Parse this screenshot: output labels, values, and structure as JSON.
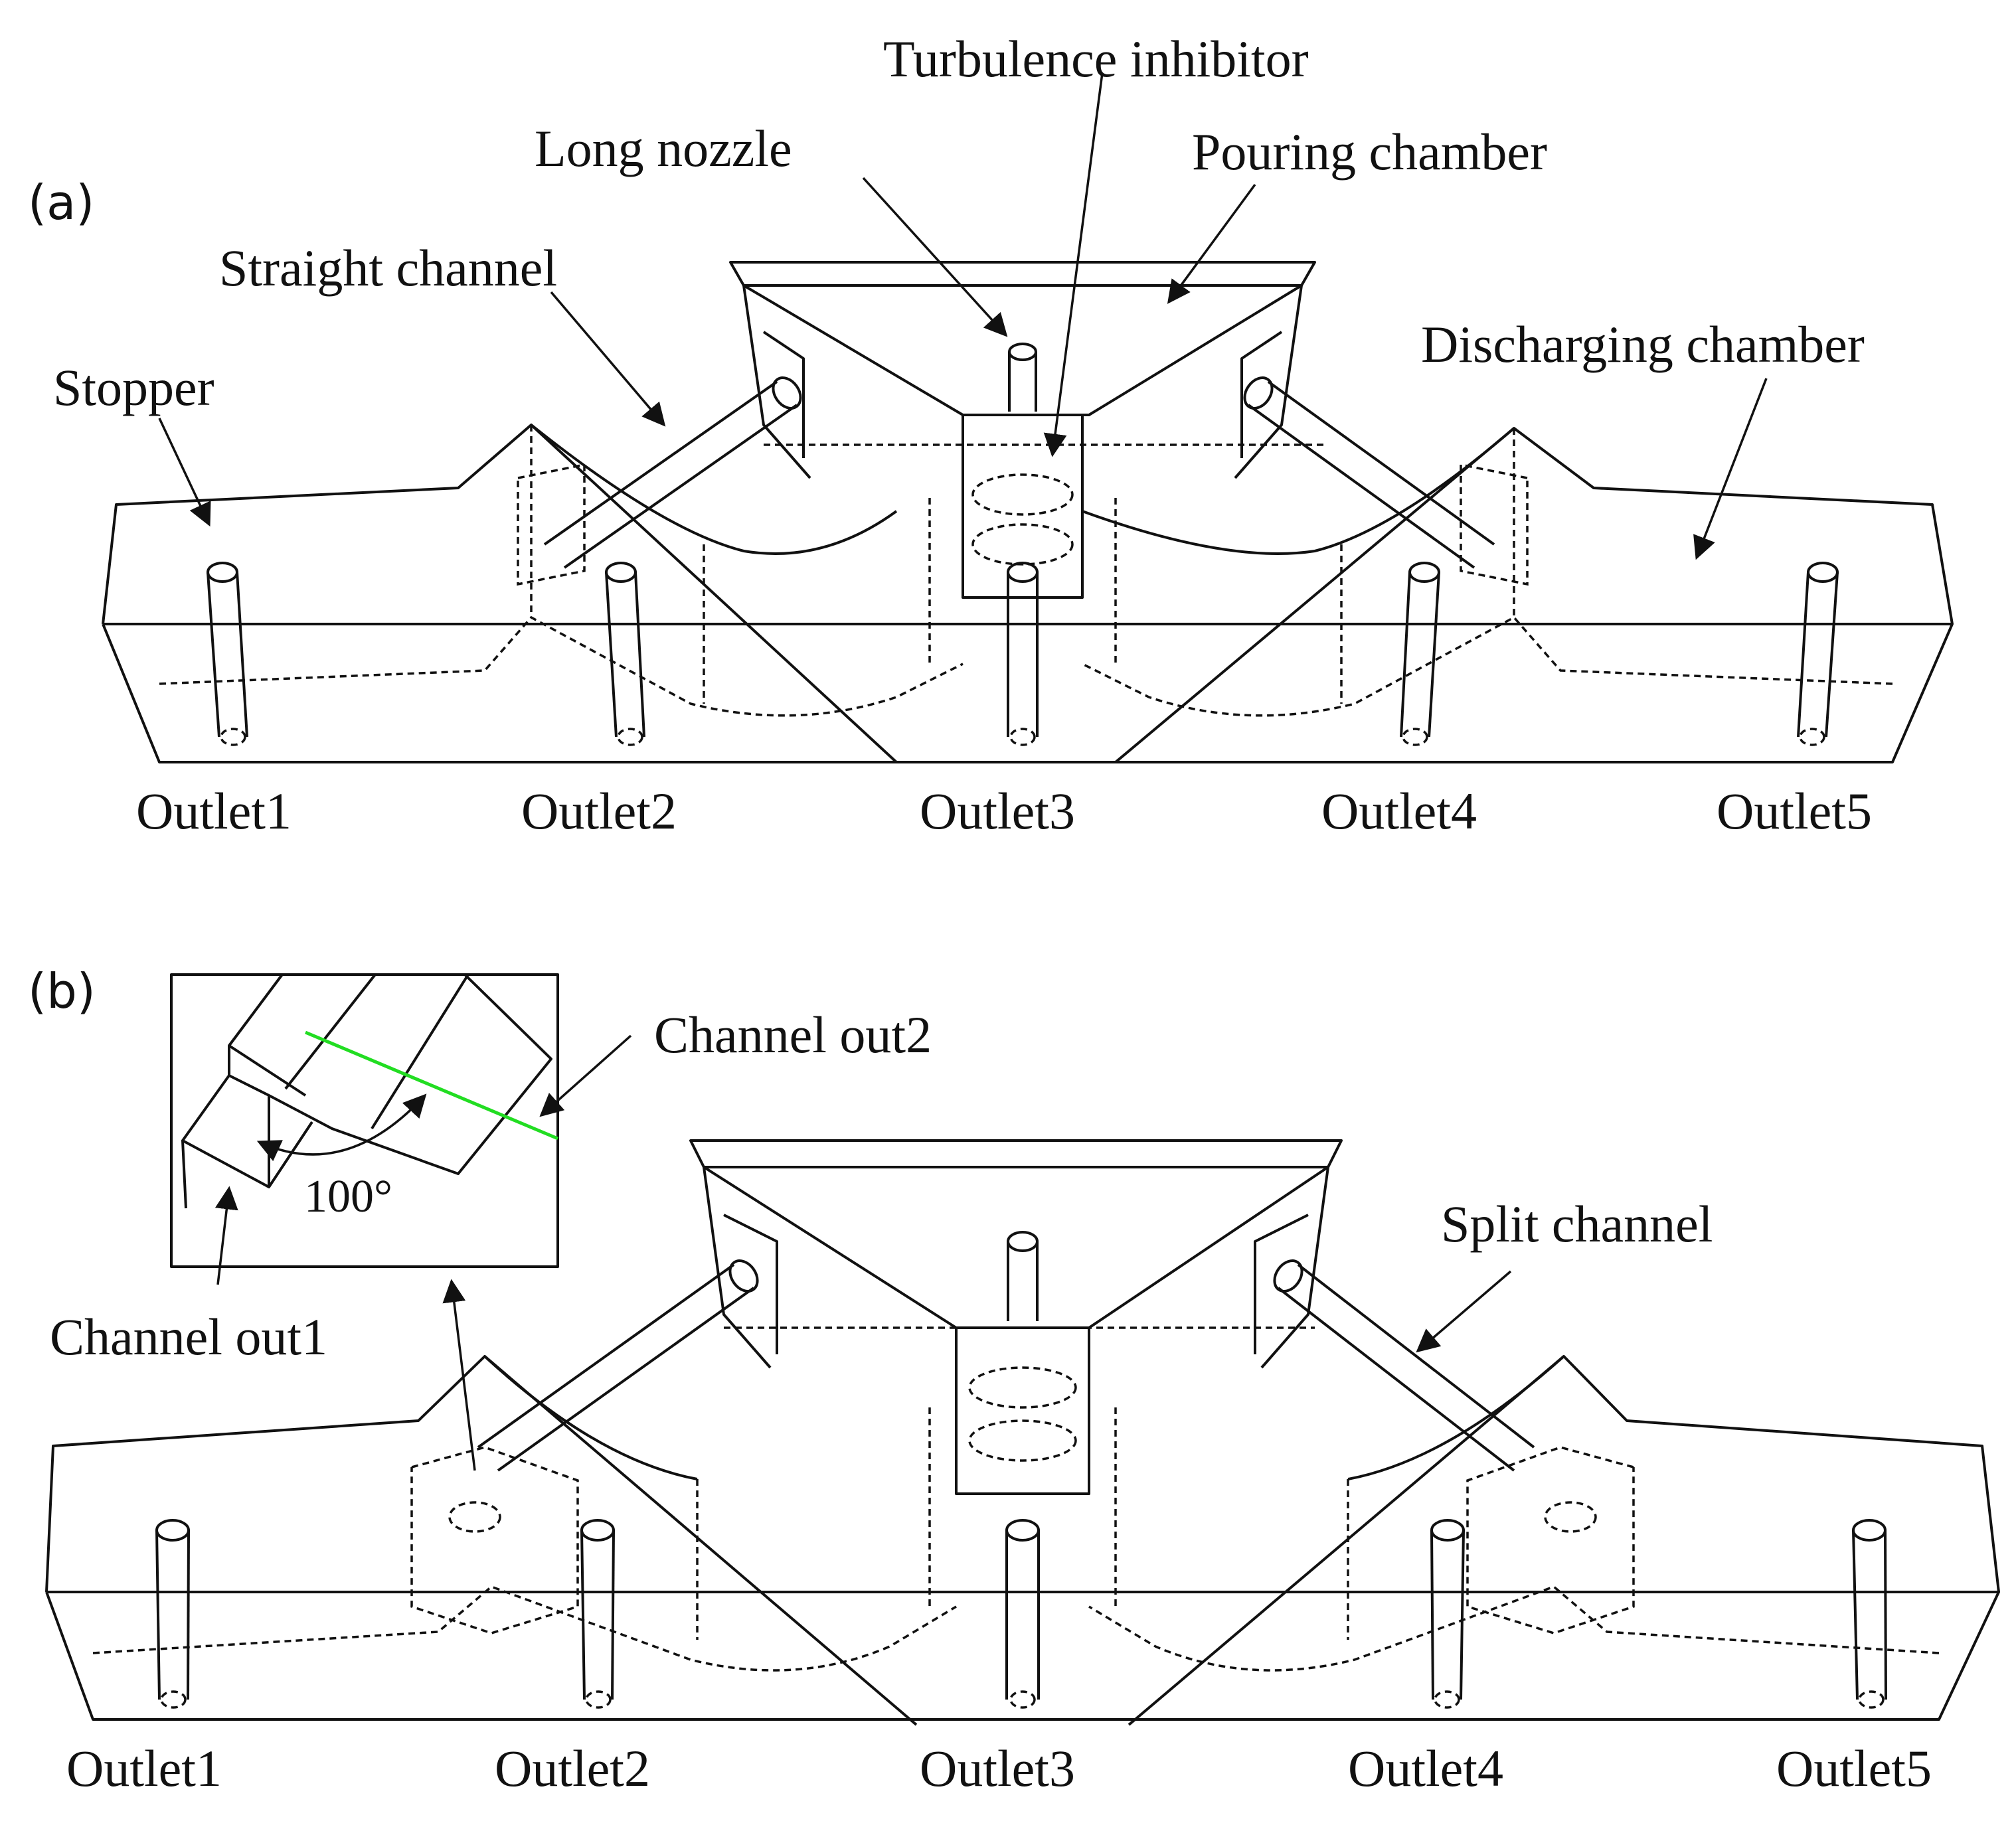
{
  "panels": {
    "a": {
      "panel_label": "(a)",
      "labels": {
        "turbulence_inhibitor": "Turbulence inhibitor",
        "long_nozzle": "Long nozzle",
        "pouring_chamber": "Pouring chamber",
        "straight_channel": "Straight channel",
        "discharging_chamber": "Discharging chamber",
        "stopper": "Stopper"
      },
      "outlets": [
        "Outlet1",
        "Outlet2",
        "Outlet3",
        "Outlet4",
        "Outlet5"
      ]
    },
    "b": {
      "panel_label": "(b)",
      "labels": {
        "channel_out2": "Channel out2",
        "channel_out1": "Channel out1",
        "split_channel": "Split channel",
        "angle": "100°"
      },
      "outlets": [
        "Outlet1",
        "Outlet2",
        "Outlet3",
        "Outlet4",
        "Outlet5"
      ]
    }
  },
  "colors": {
    "line": "#111111",
    "highlight_line": "#22dd22"
  }
}
